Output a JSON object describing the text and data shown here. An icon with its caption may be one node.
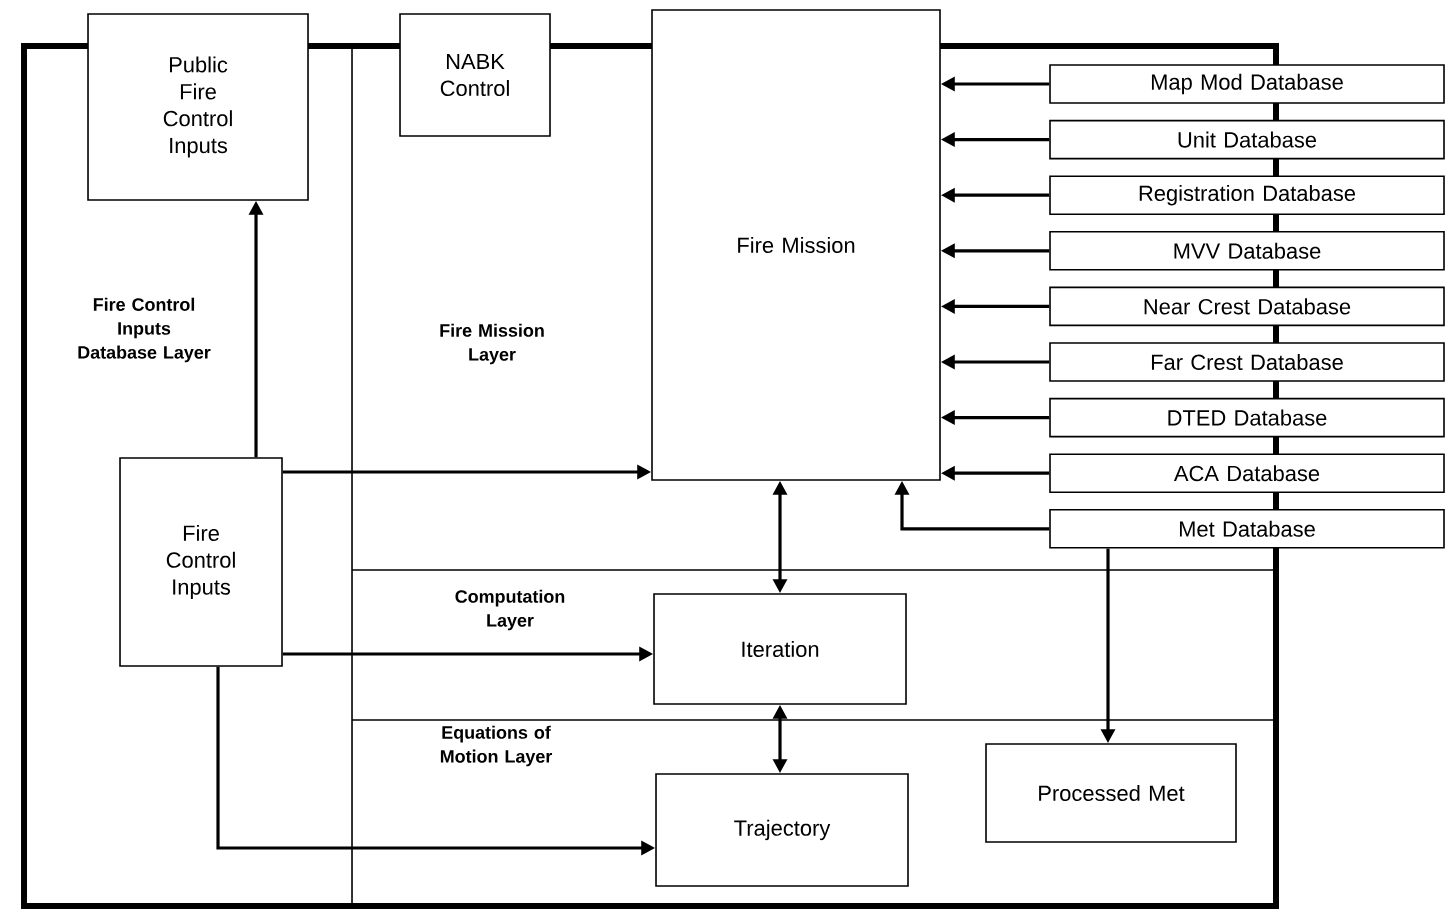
{
  "diagram": {
    "nodes": [
      {
        "text": [
          "Public Fire Control Inputs"
        ]
      },
      {
        "text": [
          "NABK Control"
        ]
      },
      {
        "text": [
          "Fire Mission"
        ]
      },
      {
        "text": [
          "Map Mod Database"
        ]
      },
      {
        "text": [
          "Unit Database"
        ]
      },
      {
        "text": [
          "Registration Database"
        ]
      },
      {
        "text": [
          "MVV Database"
        ]
      },
      {
        "text": [
          "Near Crest Database"
        ]
      },
      {
        "text": [
          "Far Crest Database"
        ]
      },
      {
        "text": [
          "DTED Database"
        ]
      },
      {
        "text": [
          "ACA Database"
        ]
      },
      {
        "text": [
          "Met Database"
        ]
      },
      {
        "text": [
          "Fire Control Inputs"
        ]
      },
      {
        "text": [
          "Iteration"
        ]
      },
      {
        "text": [
          "Processed Met"
        ]
      },
      {
        "text": [
          "Trajectory"
        ]
      }
    ],
    "edges": [
      {
        "from": 12,
        "to": 0,
        "arrow": "to"
      },
      {
        "from": 12,
        "to": 2,
        "arrow": "to"
      },
      {
        "from": 12,
        "to": 13,
        "arrow": "to"
      },
      {
        "from": 12,
        "to": 15,
        "arrow": "to"
      },
      {
        "from": 2,
        "to": 13,
        "arrow": "both"
      },
      {
        "from": 13,
        "to": 15,
        "arrow": "both"
      },
      {
        "from": 3,
        "to": 2,
        "arrow": "to"
      },
      {
        "from": 4,
        "to": 2,
        "arrow": "to"
      },
      {
        "from": 5,
        "to": 2,
        "arrow": "to"
      },
      {
        "from": 6,
        "to": 2,
        "arrow": "to"
      },
      {
        "from": 7,
        "to": 2,
        "arrow": "to"
      },
      {
        "from": 8,
        "to": 2,
        "arrow": "to"
      },
      {
        "from": 9,
        "to": 2,
        "arrow": "to"
      },
      {
        "from": 10,
        "to": 2,
        "arrow": "to"
      },
      {
        "from": 11,
        "to": 2,
        "arrow": "to"
      },
      {
        "from": 11,
        "to": 14,
        "arrow": "to"
      }
    ],
    "labels": [
      "Fire Control Inputs Database Layer",
      "Fire Mission Layer",
      "Computation Layer",
      "Equations of Motion Layer"
    ]
  }
}
